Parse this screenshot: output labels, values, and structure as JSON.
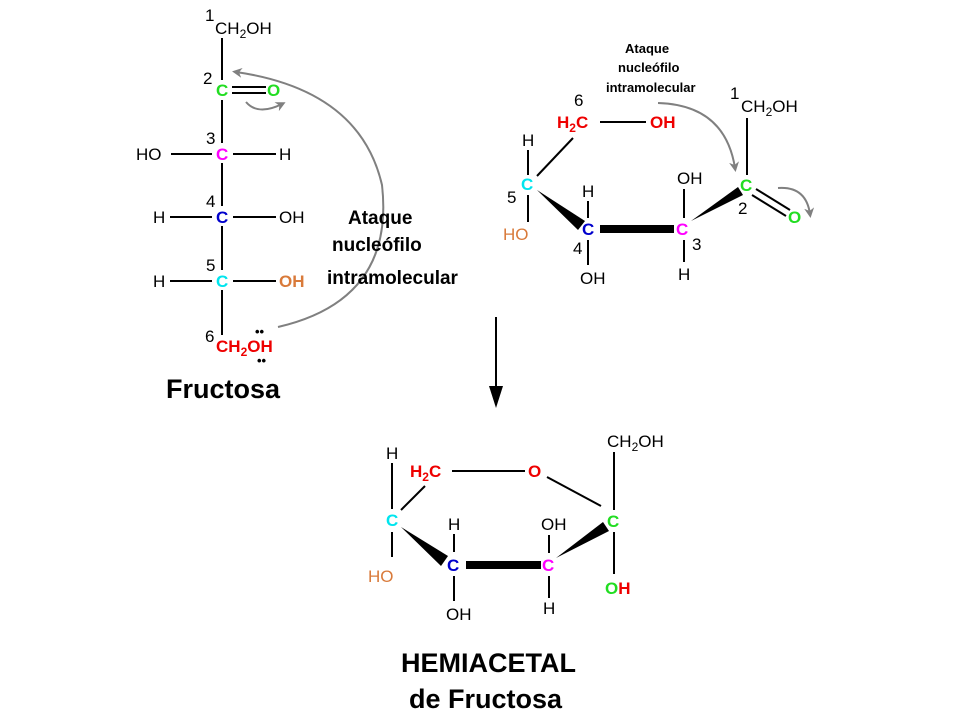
{
  "colors": {
    "c1": "#000000",
    "c2": "#22dd22",
    "c3": "#ff00ff",
    "c4": "#0000cc",
    "c5": "#00e5ee",
    "c6": "#ee0000",
    "o5": "#d97a3a",
    "arrow": "#808080",
    "bond": "#000000"
  },
  "fischer": {
    "carbon_numbers": [
      "1",
      "2",
      "3",
      "4",
      "5",
      "6"
    ],
    "c1_group": "CH",
    "c1_group_sub": "2",
    "c1_group_tail": "OH",
    "carbon_symbol": "C",
    "carbonyl_oxygen": "O",
    "c3_left": "HO",
    "c3_right": "H",
    "c4_left": "H",
    "c4_right": "OH",
    "c5_left": "H",
    "c5_right": "OH",
    "c6_group": "CH",
    "c6_group_sub": "2",
    "c6_group_tail": "OH",
    "lone_pairs": "••",
    "name": "Fructosa"
  },
  "attack_label_left": {
    "line1": "Ataque",
    "line2": "nucleófilo",
    "line3": "intramolecular"
  },
  "open_ring": {
    "attack_label": {
      "line1": "Ataque",
      "line2": "nucleófilo",
      "line3": "intramolecular"
    },
    "carbon_numbers": [
      "1",
      "2",
      "3",
      "4",
      "5",
      "6"
    ],
    "c6_group": "H",
    "c6_group_sub": "2",
    "c6_group_tail": "C",
    "c6_oh": "OH",
    "c5_top": "H",
    "c5_bottom": "HO",
    "c4_top": "H",
    "c4_bottom": "OH",
    "c3_top": "OH",
    "c3_bottom": "H",
    "c1_group": "CH",
    "c1_group_sub": "2",
    "c1_group_tail": "OH",
    "carbonyl_oxygen": "O",
    "carbon_symbol": "C"
  },
  "hemiacetal": {
    "c6_group": "H",
    "c6_group_sub": "2",
    "c6_group_tail": "C",
    "ring_oxygen": "O",
    "c5_top": "H",
    "c5_bottom": "HO",
    "c4_top": "H",
    "c4_bottom": "OH",
    "c3_top": "OH",
    "c3_bottom": "H",
    "c1_group": "CH",
    "c1_group_sub": "2",
    "c1_group_tail": "OH",
    "anomeric_o": "O",
    "anomeric_h": "H",
    "carbon_symbol": "C",
    "title_line1": "HEMIACETAL",
    "title_line2": "de Fructosa"
  }
}
